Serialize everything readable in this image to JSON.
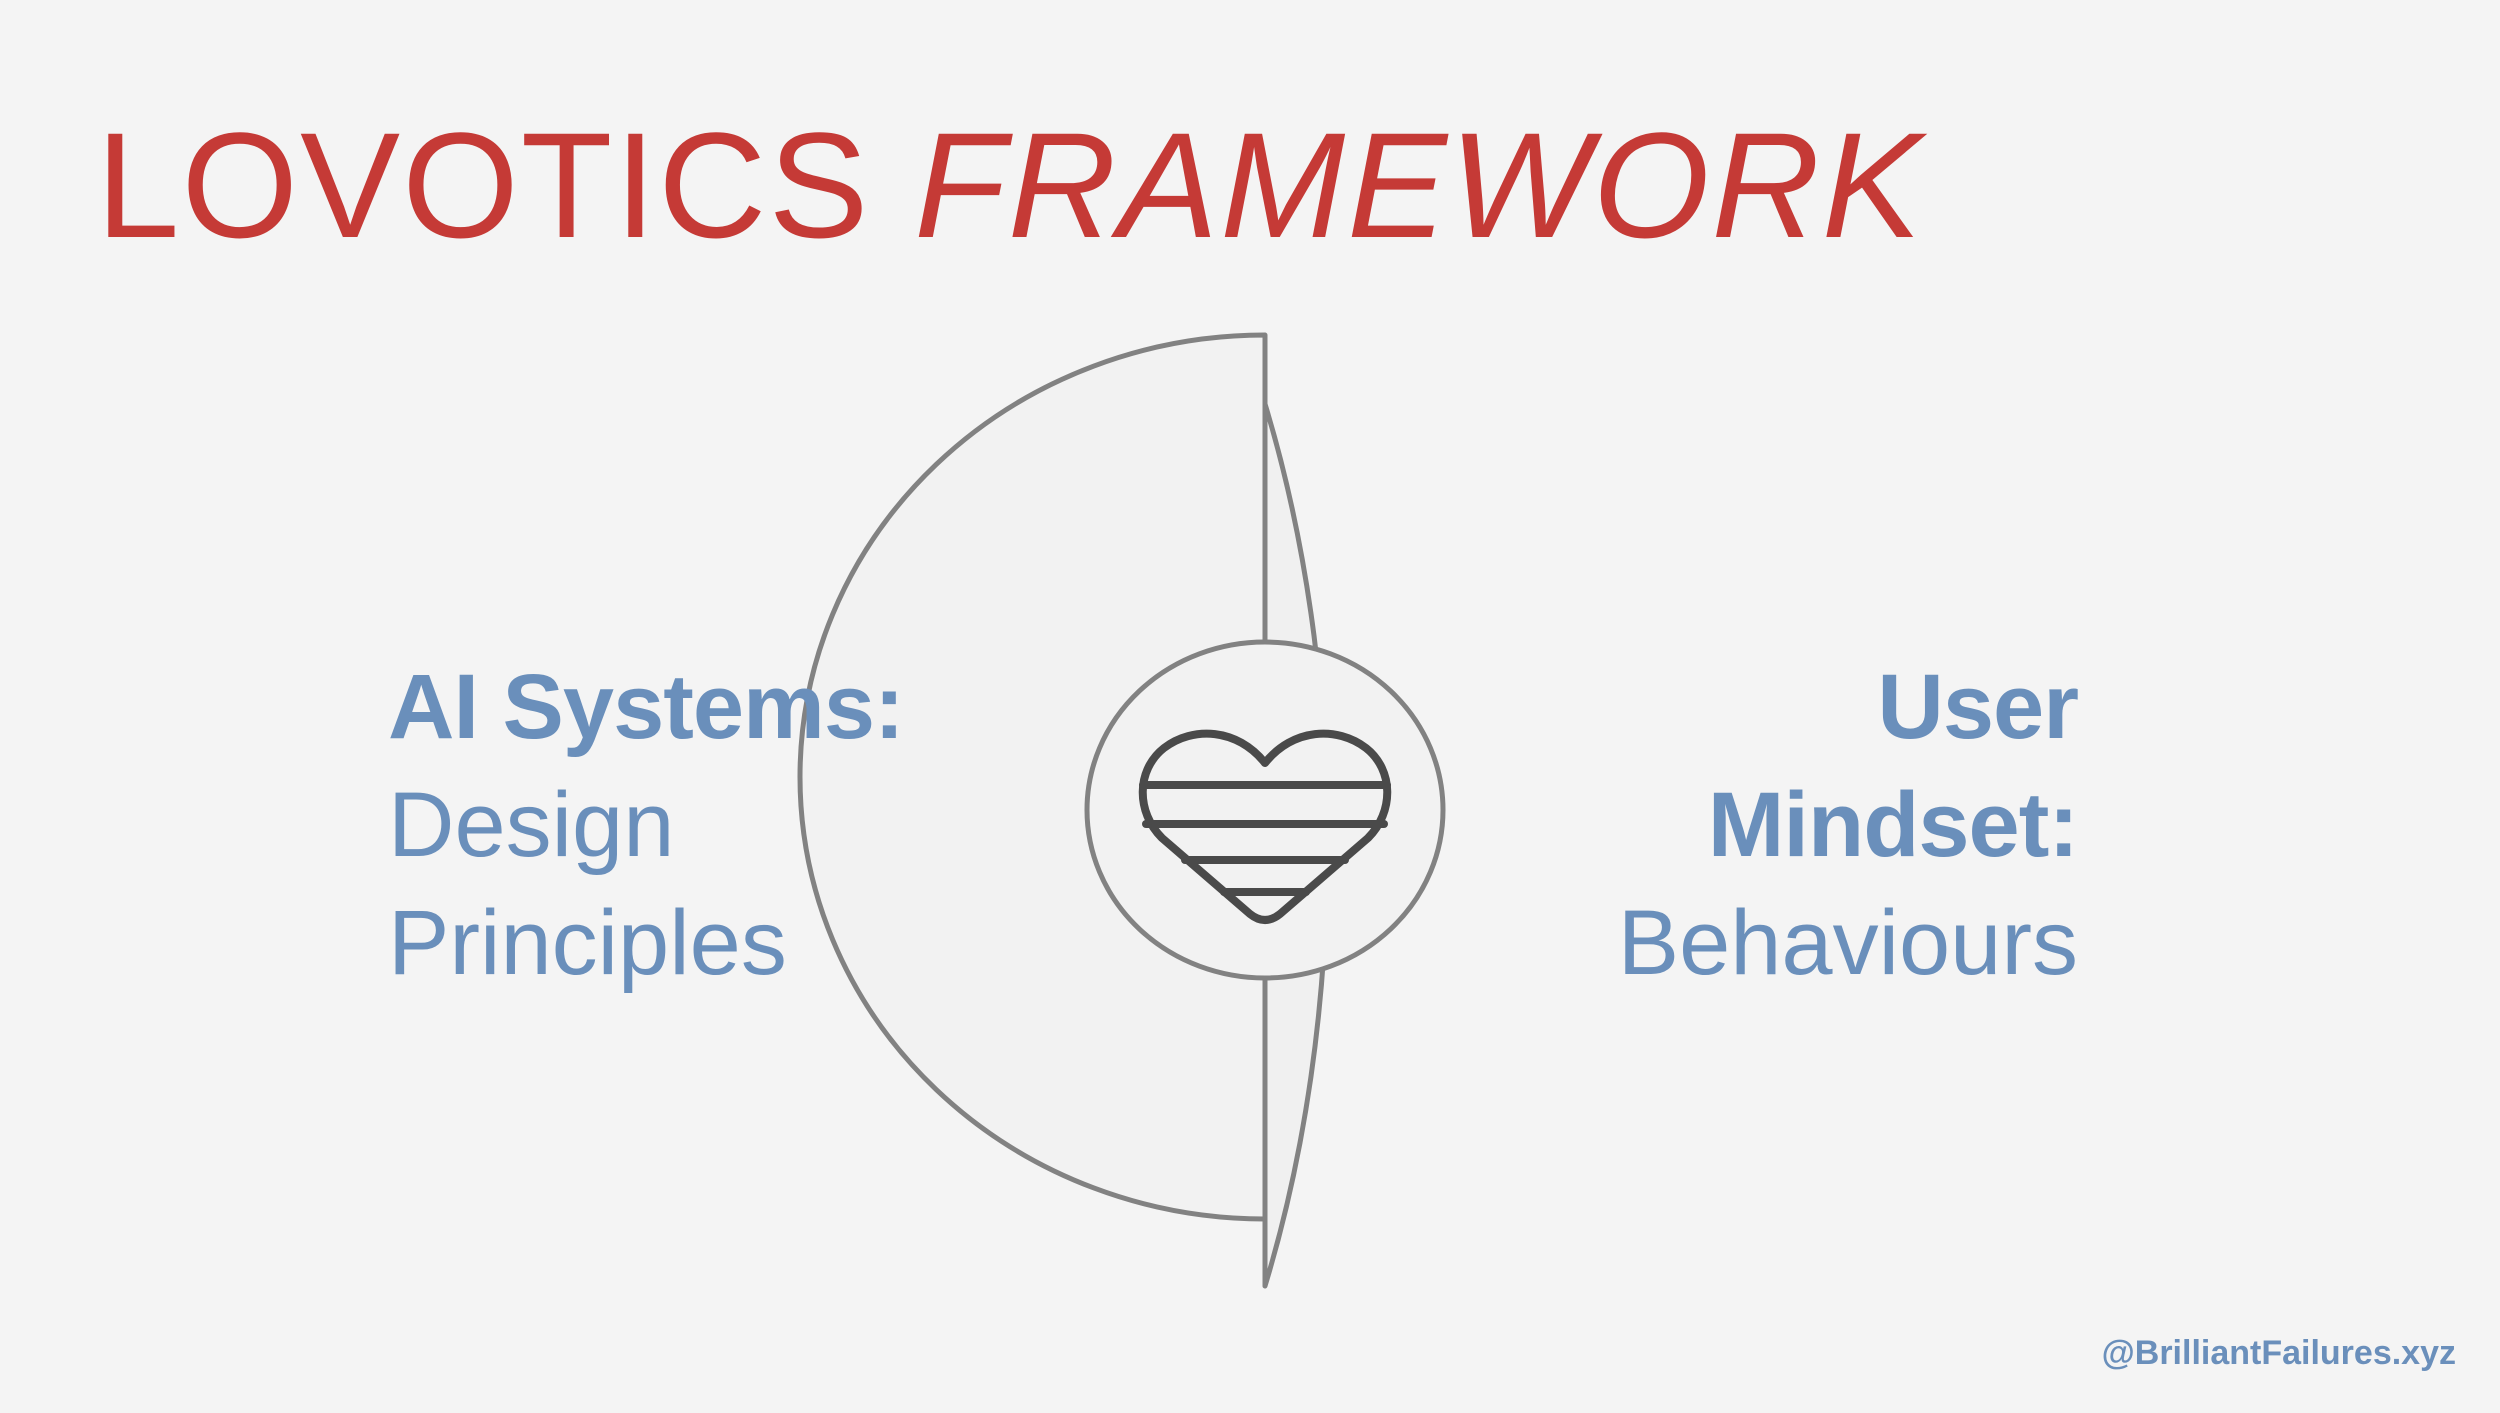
{
  "title": {
    "part1": "LOVOTICS",
    "part2": "FRAMEWORK"
  },
  "left_label": {
    "heading": "AI Systems:",
    "line1": "Design",
    "line2": "Principles"
  },
  "right_label": {
    "heading_line1": "User",
    "heading_line2": "Mindset:",
    "line1": "Behaviours"
  },
  "center_icon": "striped-heart-icon",
  "footer": {
    "handle": "@BrilliantFailures.xyz"
  },
  "colors": {
    "title": "#c53a36",
    "labels": "#6a8fbb",
    "outline": "#808080",
    "icon": "#4a4a4a",
    "background": "#f4f4f4"
  }
}
